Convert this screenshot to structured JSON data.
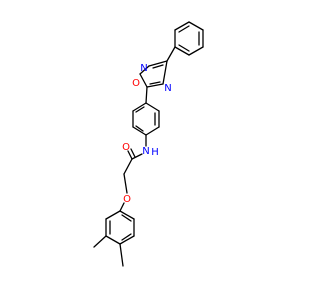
{
  "diagram": {
    "type": "chemical-structure",
    "background": "#ffffff",
    "bond_color": "#000000",
    "atom_colors": {
      "O": "#ff0000",
      "N": "#0000ff"
    },
    "atom_labels": {
      "oxadiazole_O": "O",
      "oxadiazole_N2": "N",
      "oxadiazole_N4": "N",
      "amide_N": "N",
      "amide_H": "H",
      "carbonyl_O": "O",
      "ether_O": "O"
    }
  }
}
